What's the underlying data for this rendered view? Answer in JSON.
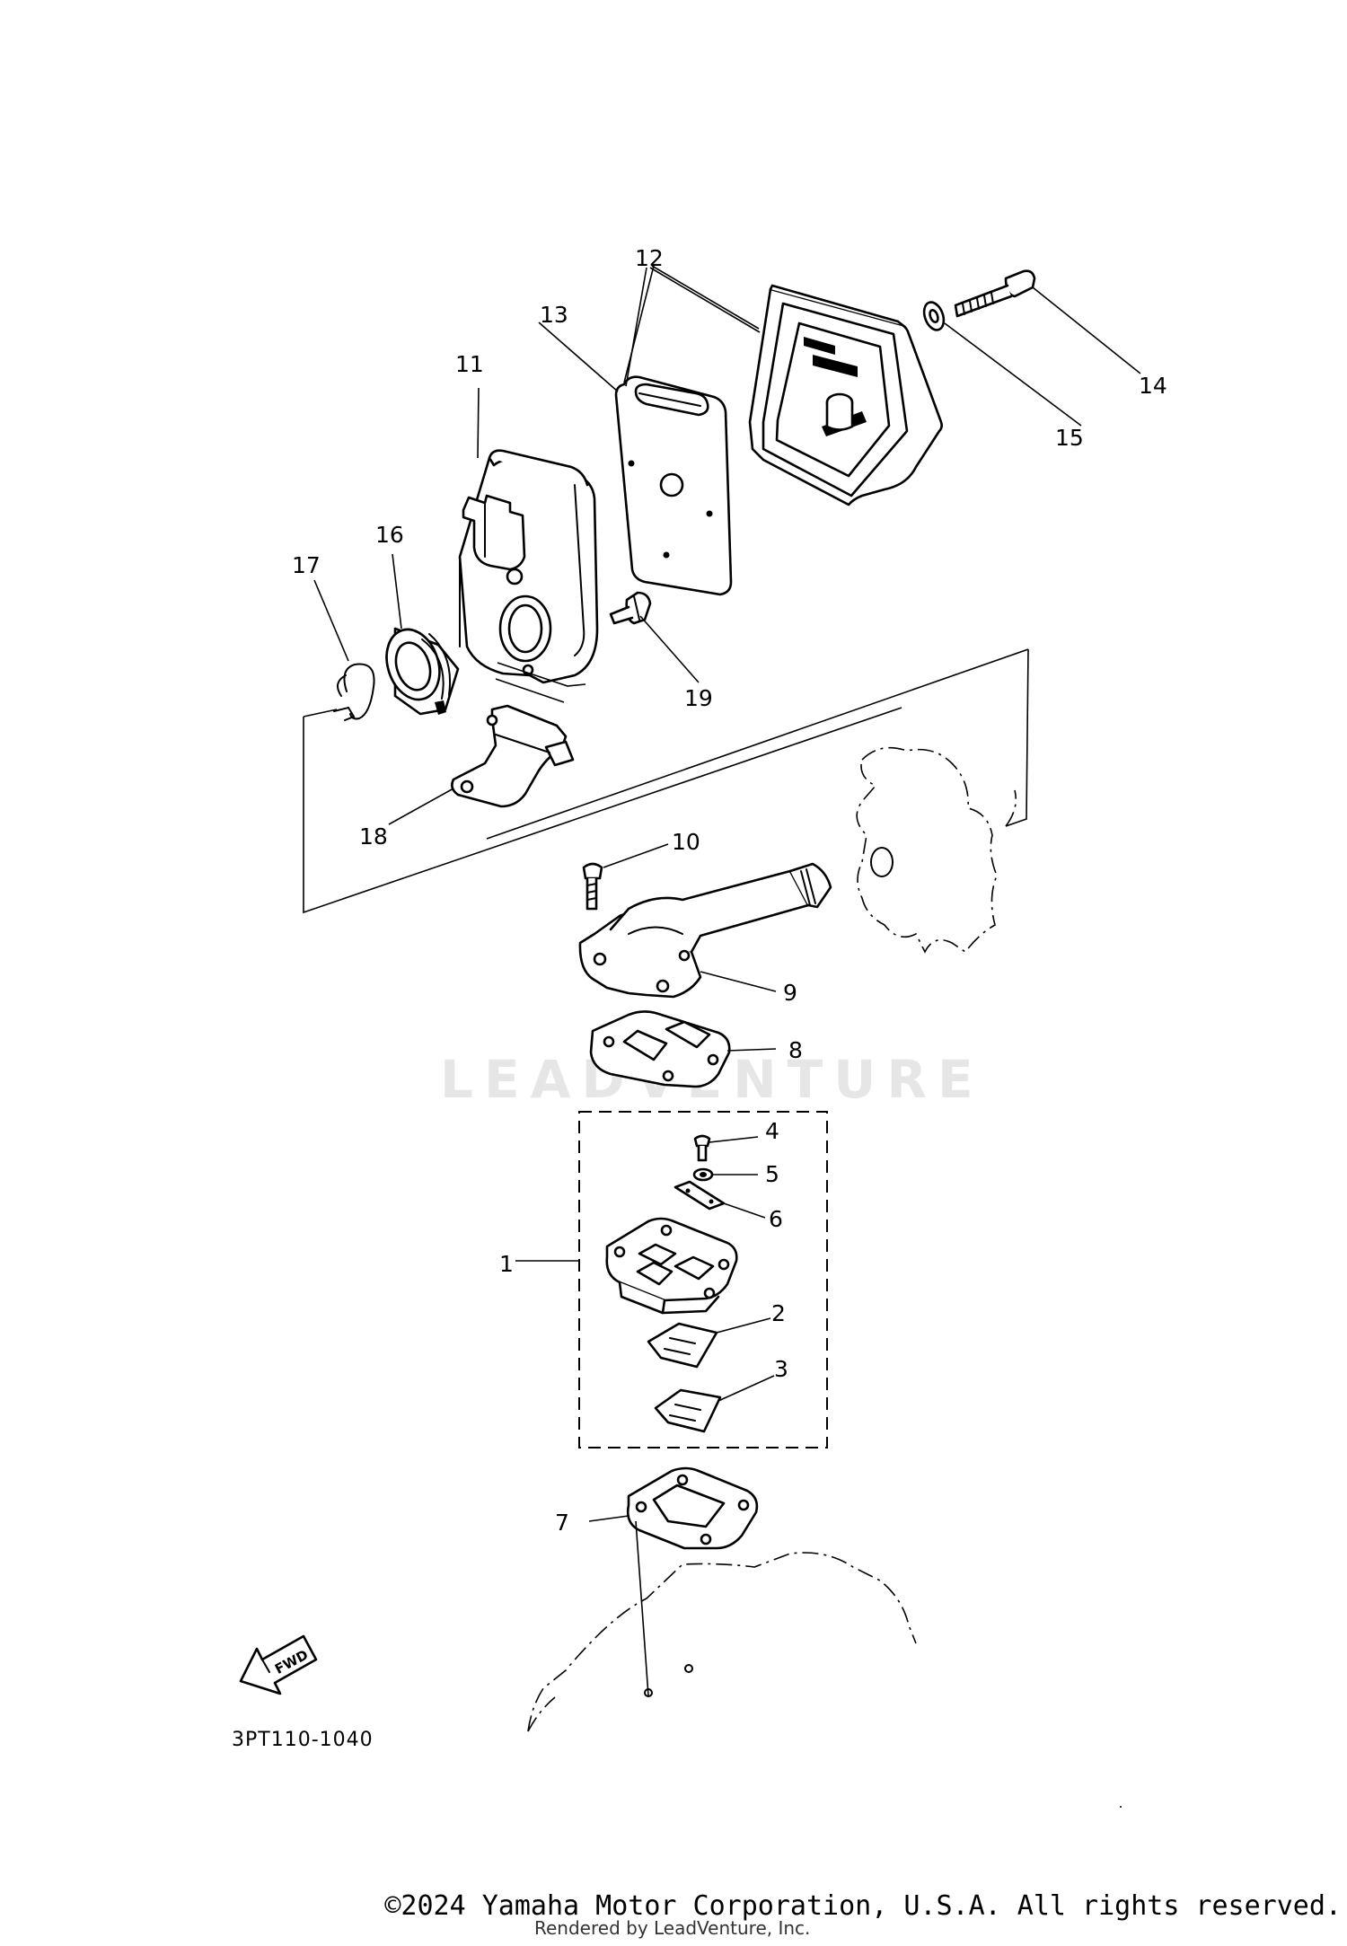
{
  "watermark": "LEADVENTURE",
  "diagram_code": "3PT110-1040",
  "fwd_label": "FWD",
  "footer": {
    "copyright": "©2024 Yamaha Motor Corporation, U.S.A. All rights reserved.",
    "rendered_by": "Rendered by LeadVenture, Inc."
  },
  "callouts": {
    "c1": "1",
    "c2": "2",
    "c3": "3",
    "c4": "4",
    "c5": "5",
    "c6": "6",
    "c7": "7",
    "c8": "8",
    "c9": "9",
    "c10": "10",
    "c11": "11",
    "c12": "12",
    "c13": "13",
    "c14": "14",
    "c15": "15",
    "c16": "16",
    "c17": "17",
    "c18": "18",
    "c19": "19"
  }
}
